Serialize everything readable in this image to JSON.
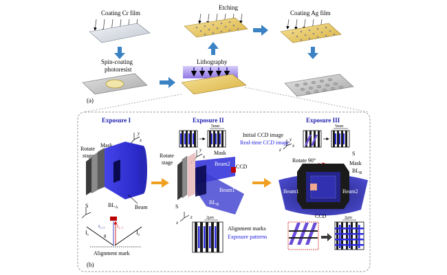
{
  "panel_a": {
    "panel_label": "(a)",
    "steps": {
      "coating_cr": "Coating Cr film",
      "etching": "Etching",
      "coating_ag": "Coating Ag film",
      "spin_coating_line1": "Spin-coating",
      "spin_coating_line2": "photoresist",
      "lithography": "Lithography"
    }
  },
  "panel_b": {
    "panel_label": "(b)",
    "headings": {
      "exposure1": "Exposure I",
      "exposure2": "Exposure II",
      "exposure3": "Exposure III"
    },
    "labels": {
      "rotate": "Rotate",
      "stage": "stage",
      "mask": "Mask",
      "s": "S",
      "bl_a_main": "BL",
      "bl_a_sub": "A",
      "beam": "Beam",
      "beam1": "Beam1",
      "beam2": "Beam2",
      "bl_b_main": "BL",
      "bl_b_sub": "B",
      "ccd": "CCD",
      "initial_ccd": "Initial CCD image",
      "realtime_ccd": "Real-time CCD image",
      "scale_5mm": "5mm",
      "scale_2um": "2μm",
      "rotate90": "Rotate 90°",
      "alignment_marks": "Alignment marks",
      "exposure_patterns": "Exposure patterns",
      "alignment_mark": "Alignment mark",
      "i1": "I",
      "i1_sub": "1",
      "i2": "I",
      "i2_sub": "2",
      "theta": "θ",
      "i_plus": "I",
      "i_plus_sub": "1,+1",
      "i_minus": "I",
      "i_minus_sub": "2,−1"
    }
  },
  "axes": {
    "x": "x",
    "y": "y",
    "z": "z"
  },
  "colors": {
    "arrow_blue": "#3b82c4",
    "beam_blue": "#2020d0",
    "laser_violet": "#6a4cd8",
    "gold": "#e8c548",
    "exposure_heading": "#1a1ab0",
    "realtime_text": "#1a1ae0"
  }
}
